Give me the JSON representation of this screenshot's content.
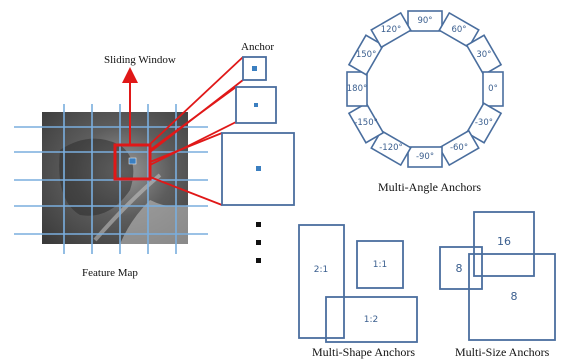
{
  "labels": {
    "sliding_window": "Sliding Window",
    "anchor": "Anchor",
    "feature_map": "Feature Map",
    "multi_angle": "Multi-Angle Anchors",
    "multi_shape": "Multi-Shape Anchors",
    "multi_size": "Multi-Size Anchors"
  },
  "angles": [
    "90°",
    "60°",
    "30°",
    "0°",
    "-30°",
    "-60°",
    "-90°",
    "-120°",
    "-150°",
    "180°",
    "150°",
    "120°"
  ],
  "shapes": [
    "2:1",
    "1:1",
    "1:2"
  ],
  "sizes": [
    "16",
    "8",
    "8"
  ],
  "colors": {
    "box_stroke": "#4a6e9e",
    "anchor_center": "#3b7fc0",
    "sliding_window": "#e01818",
    "grid_line": "#7aaede",
    "text_blue": "#3b5f8f"
  }
}
